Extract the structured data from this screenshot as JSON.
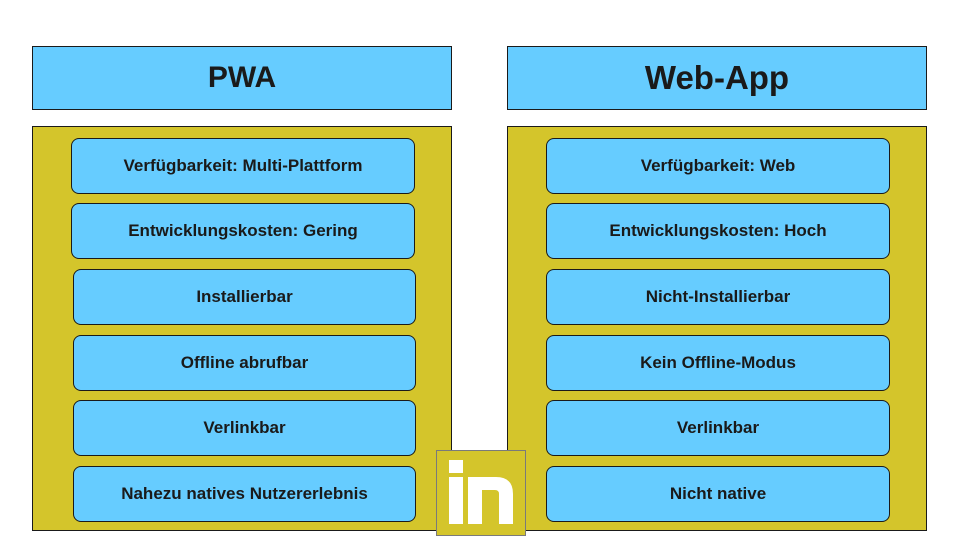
{
  "left": {
    "title": "PWA",
    "items": [
      "Verfügbarkeit: Multi-Plattform",
      "Entwicklungskosten: Gering",
      "Installierbar",
      "Offline abrufbar",
      "Verlinkbar",
      "Nahezu natives Nutzererlebnis"
    ]
  },
  "right": {
    "title": "Web-App",
    "items": [
      "Verfügbarkeit: Web",
      "Entwicklungskosten: Hoch",
      "Nicht-Installierbar",
      "Kein Offline-Modus",
      "Verlinkbar",
      "Nicht native"
    ]
  },
  "colors": {
    "box_blue": "#66ccff",
    "panel_yellow": "#d4c52b",
    "border": "#1a1a1a",
    "logo_mark": "#ffffff"
  },
  "logo": {
    "icon": "in-logo-icon"
  }
}
